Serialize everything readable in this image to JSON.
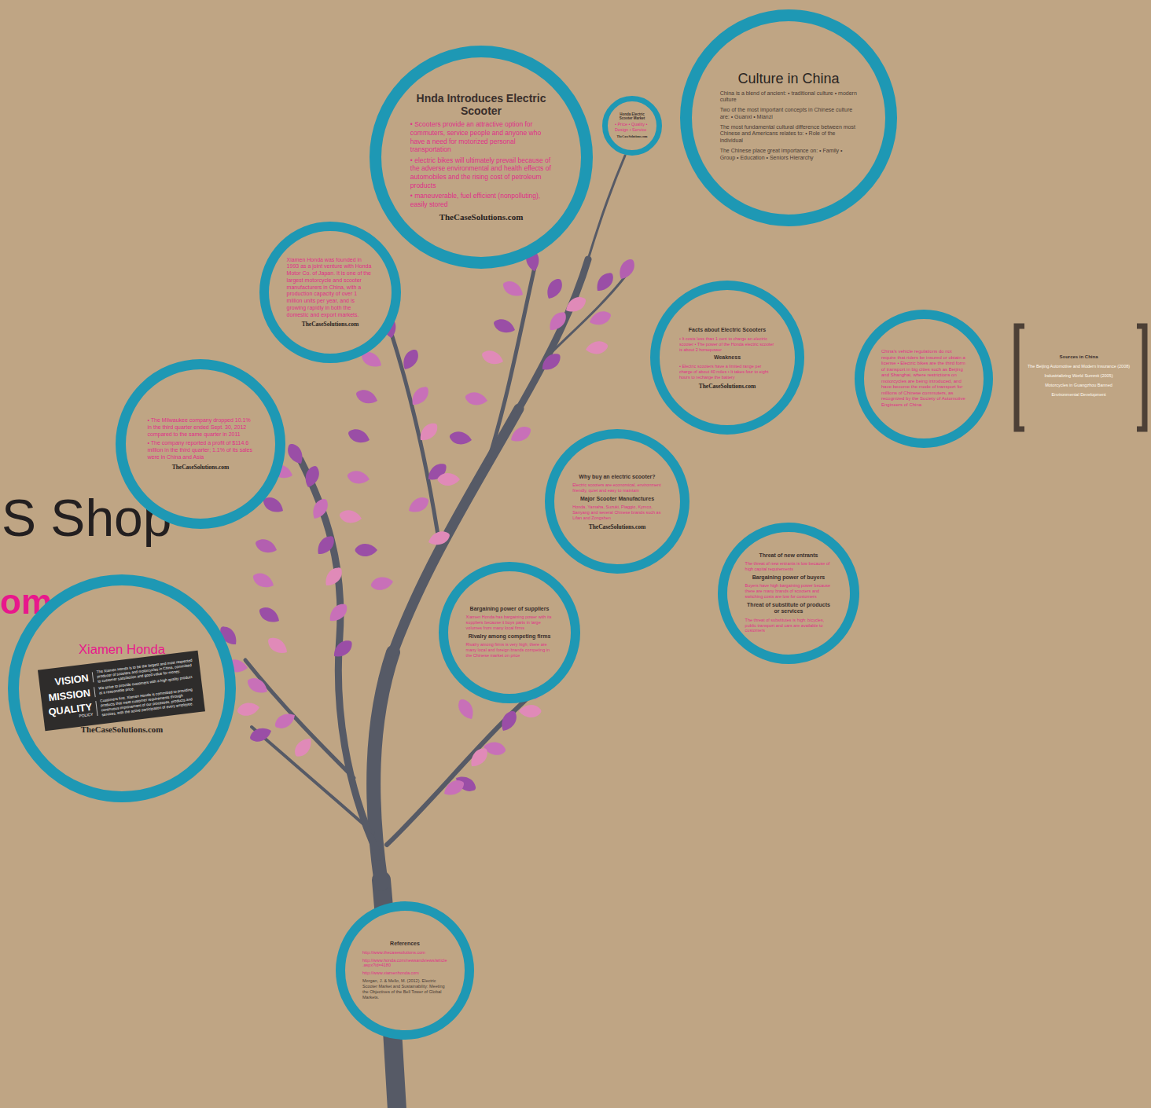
{
  "diagram": {
    "title": "S Shop",
    "nodes": [
      {
        "text": [
          "Xiamen Honda",
          "TheCaseSolutions.com"
        ]
      },
      {
        "text": [
          "VISION",
          "The Xiamen Honda is to be the largest and most respected producer of scooters and motorcycles in China, committed to customer satisfaction and good value for money.",
          "MISSION",
          "We strive to provide customers with a high quality product at a reasonable price.",
          "QUALITY",
          "POLICY",
          "Customers first. Xiamen Honda is committed to providing products that meet customer requirements through continuous improvement of our processes, products and services, with the active participation of every employee."
        ],
        "in": 0
      },
      {
        "text": [
          "• The Milwaukee company dropped 10.1% in the third quarter ended Sept. 30, 2012 compared to the same quarter in 2011",
          "• The company reported a profit of $114.6 million in the third quarter; 1.1% of its sales were in China and Asia",
          "TheCaseSolutions.com"
        ]
      },
      {
        "text": [
          "Xiamen Honda was founded in 1993 as a joint venture with Honda Motor Co. of Japan. It is one of the largest motorcycle and scooter manufacturers in China, with a production capacity of over 1 million units per year, and is growing rapidly in both the domestic and export markets.",
          "TheCaseSolutions.com"
        ]
      },
      {
        "text": [
          "Hnda Introduces Electric Scooter",
          "• Scooters provide an attractive option for commuters, service people and anyone who have a need for motorized personal transportation",
          "• electric bikes will ultimately prevail because of the adverse environmental and health effects of automobiles and the rising cost of petroleum products",
          "• maneuverable, fuel efficient (nonpolluting), easily stored",
          "TheCaseSolutions.com"
        ]
      },
      {
        "text": [
          "Honda Electric Scooter Market",
          "• Price • Quality • Design • Service",
          "TheCaseSolutions.com"
        ]
      },
      {
        "text": [
          "Culture in China",
          "China is a blend of ancient: • traditional culture • modern culture",
          "Two of the most important concepts in Chinese culture are: • Guanxi • Mianzi",
          "The most fundamental cultural difference between most Chinese and Americans relates to: • Role of the individual",
          "The Chinese place great importance on: • Family • Group • Education • Seniors Hierarchy"
        ]
      },
      {
        "text": [
          "Facts about Electric Scooters",
          "• It costs less than 1 cent to charge an electric scooter • The power of the Honda electric scooter is about 2 horsepower",
          "Weakness",
          "• Electric scooters have a limited range per charge of about 40 miles • It takes four to eight hours to recharge the battery",
          "TheCaseSolutions.com"
        ]
      },
      {
        "text": [
          "Why buy an electric scooter?",
          "Electric scooters are economical, environment friendly, quiet and easy to maintain",
          "Major Scooter Manufactures",
          "Honda, Yamaha, Suzuki, Piaggio, Kymco, Sanyang and several Chinese brands such as Lifan and Zongshen",
          "TheCaseSolutions.com"
        ]
      },
      {
        "text": [
          "China's vehicle regulations do not require that riders be insured or obtain a license • Electric bikes are the third form of transport in big cities such as Beijing and Shanghai, where restrictions on motorcycles are being introduced, and have become the mode of transport for millions of Chinese commuters, as recognized by the Society of Automotive Engineers of China"
        ]
      },
      {
        "text": [
          "Sources in China",
          "The Beijing Automotive and Modern Insurance (2008)",
          "Industrializing World Summit (2005)",
          "Motorcycles in Guangzhou Banned",
          "Environmental Development"
        ]
      },
      {
        "text": [
          "Bargaining power of suppliers",
          "Xiamen Honda has bargaining power with its suppliers because it buys parts in large volumes from many local firms",
          "Rivalry among competing firms",
          "Rivalry among firms is very high; there are many local and foreign brands competing in the Chinese market on price"
        ]
      },
      {
        "text": [
          "Threat of new entrants",
          "The threat of new entrants is low because of high capital requirements",
          "Bargaining power of buyers",
          "Buyers have high bargaining power because there are many brands of scooters and switching costs are low for customers",
          "Threat of substitute of products or services",
          "The threat of substitutes is high: bicycles, public transport and cars are available to customers"
        ]
      },
      {
        "text": [
          "References",
          "http://www.thecasesolutions.com",
          "http://www.honda.com/newsandviews/article.aspx?id=4180",
          "http://www.xiamenhonda.com",
          "Morgan, J. & Mello, M. (2012). Electric Scooter Market and Sustainability: Meeting the Objectives of the Bell Tower of Global Markets."
        ]
      }
    ],
    "labels": [
      "om"
    ]
  }
}
